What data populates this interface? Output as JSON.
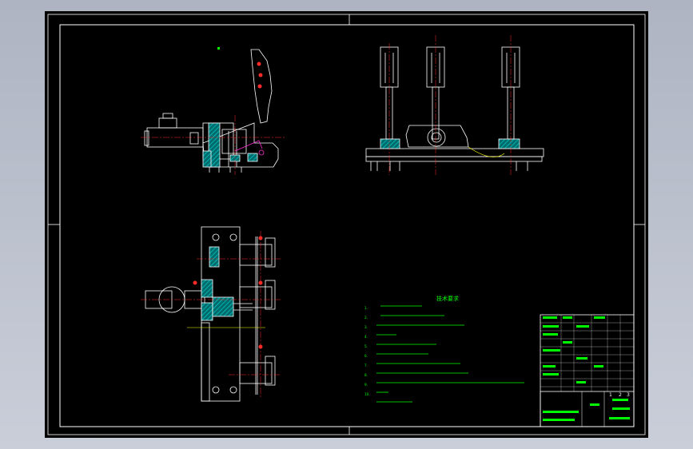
{
  "technical_requirements": {
    "title": "技术要求",
    "items": [
      "1. ",
      "2. ",
      "3. ",
      "4. ",
      "5. ",
      "6. ",
      "7. ",
      "8. ",
      "9. ",
      "10. "
    ]
  },
  "title_block": {
    "tick_labels": [
      "1",
      "2",
      "3"
    ]
  },
  "colors": {
    "background": "#000000",
    "frame": "#ffffff",
    "part_outline": "#ffffff",
    "center_line": "#ff0000",
    "hatch": "#00b4b4",
    "highlight": "#ff00ff",
    "text": "#00ff00",
    "accent": "#ffff00"
  }
}
